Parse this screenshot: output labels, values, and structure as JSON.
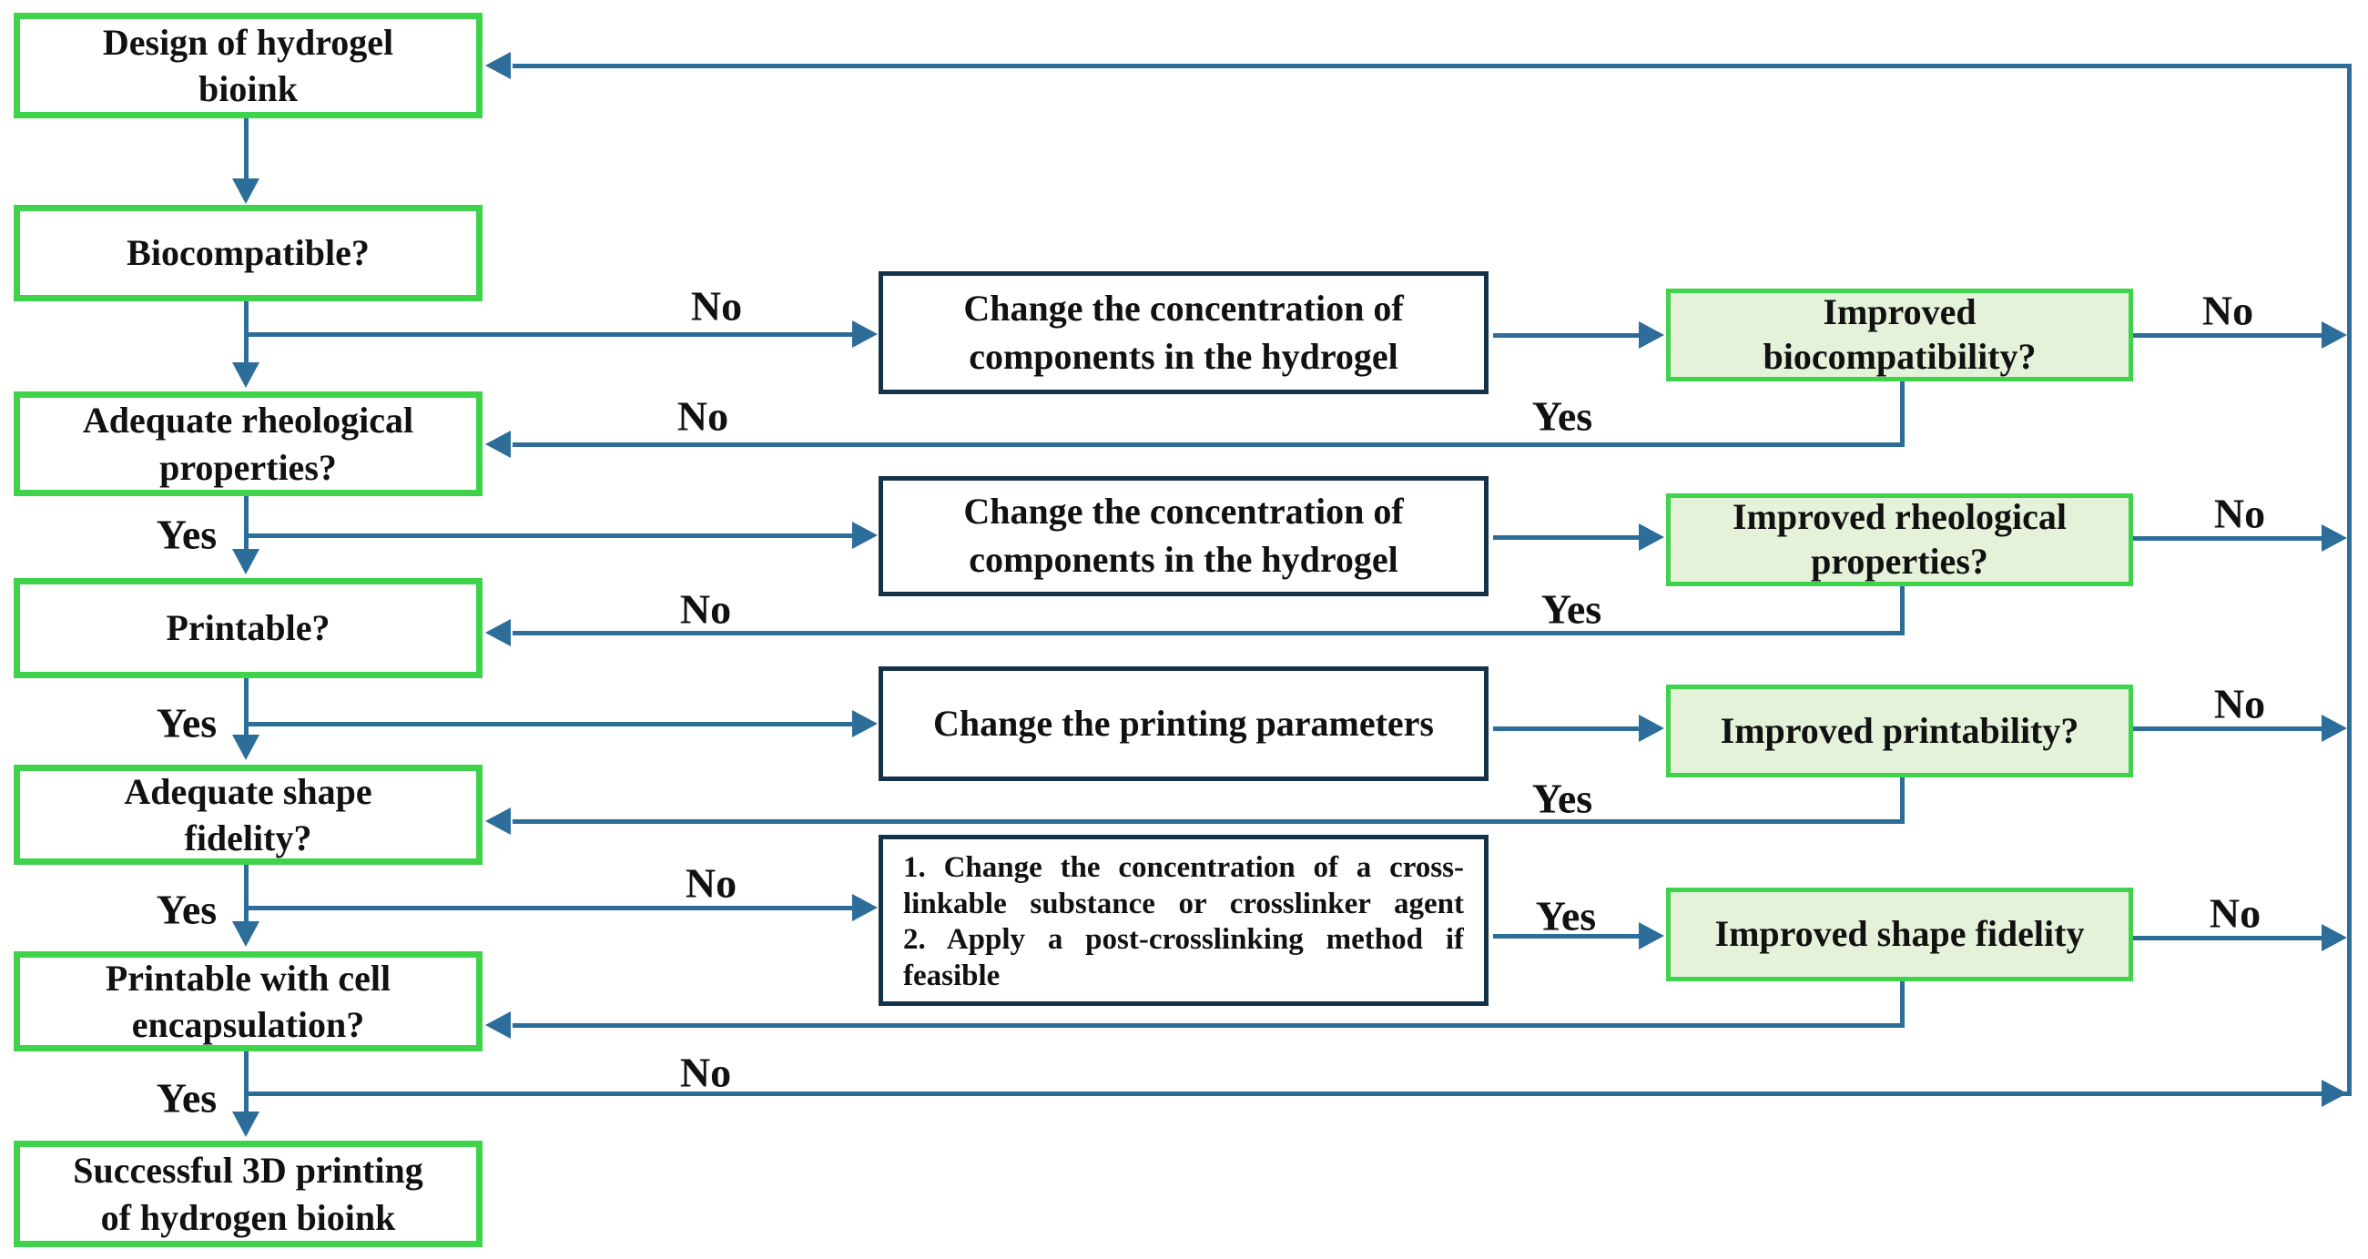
{
  "labels": {
    "yes": "Yes",
    "no": "No"
  },
  "colors": {
    "node_border_green": "#3fd24b",
    "result_fill_green": "#e4f2da",
    "process_border_navy": "#16324a",
    "connector_blue": "#2c6d99",
    "text": "#111111",
    "background": "#ffffff"
  },
  "nodes": {
    "left": [
      {
        "lines": [
          "Design of hydrogel",
          "bioink"
        ]
      },
      {
        "lines": [
          "Biocompatible?"
        ]
      },
      {
        "lines": [
          "Adequate rheological",
          "properties?"
        ]
      },
      {
        "lines": [
          "Printable?"
        ]
      },
      {
        "lines": [
          "Adequate shape",
          "fidelity?"
        ]
      },
      {
        "lines": [
          "Printable with cell",
          "encapsulation?"
        ]
      },
      {
        "lines": [
          "Successful 3D printing",
          "of hydrogen bioink"
        ]
      }
    ],
    "middle": [
      {
        "lines": [
          "Change the concentration of",
          "components in the hydrogel"
        ]
      },
      {
        "lines": [
          "Change the concentration of",
          "components in the hydrogel"
        ]
      },
      {
        "lines": [
          "Change the printing parameters"
        ]
      },
      {
        "lines": [
          "1. Change the concentration of a cross-",
          "linkable substance or crosslinker agent",
          "2. Apply a post-crosslinking method if",
          "feasible"
        ]
      }
    ],
    "right": [
      {
        "lines": [
          "Improved",
          "biocompatibility?"
        ]
      },
      {
        "lines": [
          "Improved rheological",
          "properties?"
        ]
      },
      {
        "lines": [
          "Improved printability?"
        ]
      },
      {
        "lines": [
          "Improved shape fidelity"
        ]
      }
    ]
  }
}
